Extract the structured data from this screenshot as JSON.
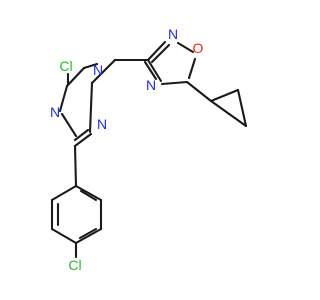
{
  "molecule": {
    "atoms": {
      "cl_top": "Cl",
      "n_triazole_1": "N",
      "n_triazole_4": "N",
      "n_triazole_2": "N",
      "n_oxadiazole_2": "N",
      "o_oxadiazole_1": "O",
      "n_oxadiazole_4": "N",
      "cl_bottom": "Cl"
    }
  },
  "colors": {
    "bond": "#1b1b1b",
    "nitrogen": "#1f2eea",
    "oxygen": "#ff1f1f",
    "chlorine": "#22bf22",
    "background": "#ffffff"
  }
}
